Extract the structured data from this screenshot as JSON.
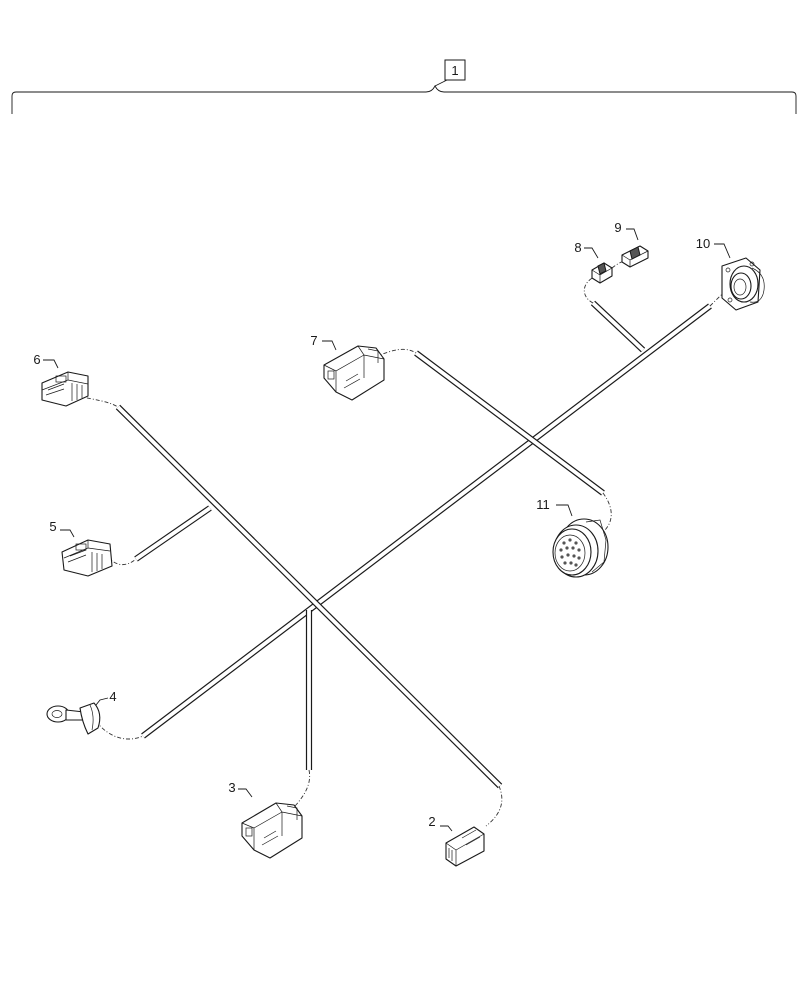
{
  "assembly": {
    "callout": "1"
  },
  "callouts": [
    {
      "id": "2",
      "label": "2"
    },
    {
      "id": "3",
      "label": "3"
    },
    {
      "id": "4",
      "label": "4"
    },
    {
      "id": "5",
      "label": "5"
    },
    {
      "id": "6",
      "label": "6"
    },
    {
      "id": "7",
      "label": "7"
    },
    {
      "id": "8",
      "label": "8"
    },
    {
      "id": "9",
      "label": "9"
    },
    {
      "id": "10",
      "label": "10"
    },
    {
      "id": "11",
      "label": "11"
    }
  ]
}
